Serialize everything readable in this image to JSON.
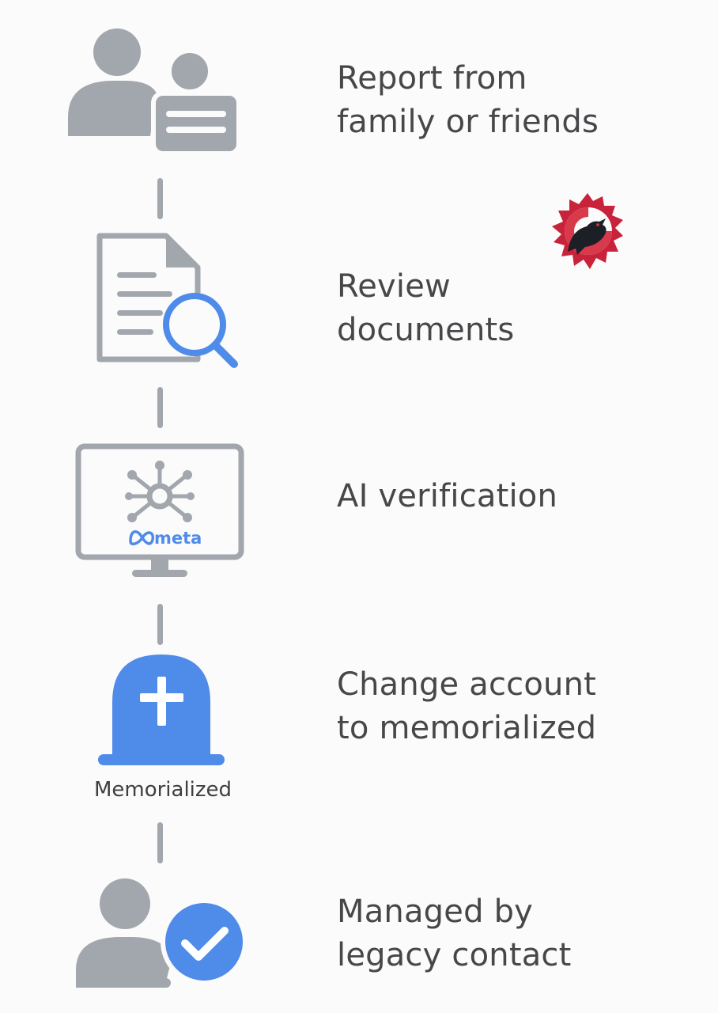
{
  "colors": {
    "gray": "#a2a6ad",
    "blue": "#4f8be8",
    "text": "#47474a",
    "background": "#fbfbfb"
  },
  "steps": [
    {
      "icon": "family-report-icon",
      "line1": "Report from",
      "line2": "family or friends"
    },
    {
      "icon": "document-search-icon",
      "line1": "Review",
      "line2": "documents"
    },
    {
      "icon": "ai-monitor-icon",
      "line1": "AI verification",
      "line2": ""
    },
    {
      "icon": "tombstone-icon",
      "line1": "Change account",
      "line2": "to memorialized",
      "caption": "Memorialized"
    },
    {
      "icon": "user-check-icon",
      "line1": "Managed by",
      "line2": "legacy contact"
    }
  ],
  "monitor": {
    "brand": "meta"
  },
  "watermark": {
    "icon": "raven-logo-icon"
  }
}
